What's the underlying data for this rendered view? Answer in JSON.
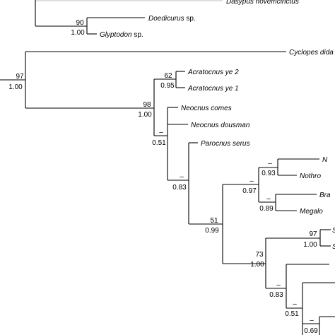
{
  "taxa": {
    "dasypus": "Dasypus novemcinctus",
    "doedicurus": "Doedicurus",
    "doedicurus_suffix": " sp.",
    "glyptodon": "Glyptodon",
    "glyptodon_suffix": " sp.",
    "cyclopes": "Cyclopes dida",
    "acratocnus2": "Acratocnus ye 2",
    "acratocnus1": "Acratocnus ye 1",
    "neocnus_comes": "Neocnus comes",
    "neocnus_dousman": "Neocnus dousman",
    "parocnus": "Parocnus serus",
    "t_m": "N",
    "t_nothro": "Nothro",
    "t_bra": "Bra",
    "t_megalo": "Megalo",
    "t_s1": "S",
    "t_s2": "S"
  },
  "support": {
    "n_glypt_bs": "90",
    "n_glypt_pp": "1.00",
    "n_root_bs": "97",
    "n_root_pp": "1.00",
    "n_acrat_bs": "62",
    "n_acrat_pp": "0.95",
    "n_98_bs": "98",
    "n_98_pp": "1.00",
    "n_051a_bs": "–",
    "n_051a_pp": "0.51",
    "n_083a_bs": "–",
    "n_083a_pp": "0.83",
    "n_51_bs": "51",
    "n_51_pp": "0.99",
    "n_097_bs": "–",
    "n_097_pp": "0.97",
    "n_093_bs": "–",
    "n_093_pp": "0.93",
    "n_089_bs": "–",
    "n_089_pp": "0.89",
    "n_73_bs": "73",
    "n_73_pp": "1.00",
    "n_97b_bs": "97",
    "n_97b_pp": "1.00",
    "n_083b_bs": "–",
    "n_083b_pp": "0.83",
    "n_051b_bs": "–",
    "n_051b_pp": "0.51",
    "n_deep_bs": "–",
    "n_deep_pp": "0.69"
  }
}
